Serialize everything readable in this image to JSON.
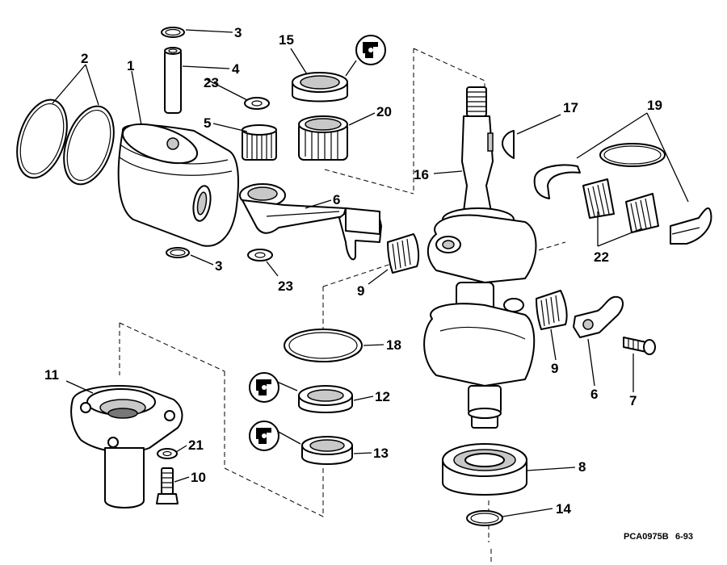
{
  "callouts": {
    "c1": "1",
    "c2": "2",
    "c3a": "3",
    "c3b": "3",
    "c4": "4",
    "c5": "5",
    "c6a": "6",
    "c6b": "6",
    "c7": "7",
    "c8": "8",
    "c9a": "9",
    "c9b": "9",
    "c10": "10",
    "c11": "11",
    "c12": "12",
    "c13": "13",
    "c14": "14",
    "c15": "15",
    "c16": "16",
    "c17": "17",
    "c18": "18",
    "c19": "19",
    "c20": "20",
    "c21": "21",
    "c22": "22",
    "c23a": "23",
    "c23b": "23"
  },
  "footer": {
    "code": "PCA0975B",
    "date": "6-93"
  },
  "colors": {
    "line": "#000000",
    "shade": "#c8c8c8",
    "background": "#ffffff"
  },
  "icons": [
    "lubricant-icon",
    "lubricant-icon",
    "lubricant-icon"
  ]
}
